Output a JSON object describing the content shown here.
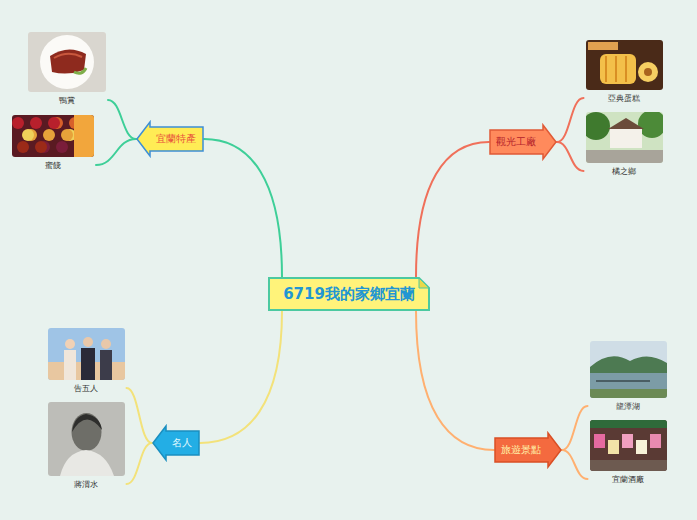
{
  "diagram": {
    "nodes": [
      {
        "text": [
          "6719我的家鄉宜蘭"
        ]
      },
      {
        "text": [
          "宜蘭特產"
        ]
      },
      {
        "text": [
          "鴨賞"
        ]
      },
      {
        "text": [
          "蜜餞"
        ]
      },
      {
        "text": [
          "觀光工廠"
        ]
      },
      {
        "text": [
          "亞典蛋糕"
        ]
      },
      {
        "text": [
          "橘之鄉"
        ]
      },
      {
        "text": [
          "名人"
        ]
      },
      {
        "text": [
          "告五人"
        ]
      },
      {
        "text": [
          "蔣渭水"
        ]
      },
      {
        "text": [
          "旅遊景點"
        ]
      },
      {
        "text": [
          "龍潭湖"
        ]
      },
      {
        "text": [
          "宜蘭酒廠"
        ]
      }
    ],
    "edges": [
      {
        "from": 0,
        "to": 1,
        "arrow": "none"
      },
      {
        "from": 0,
        "to": 4,
        "arrow": "none"
      },
      {
        "from": 0,
        "to": 7,
        "arrow": "none"
      },
      {
        "from": 0,
        "to": 10,
        "arrow": "none"
      },
      {
        "from": 1,
        "to": 2,
        "arrow": "none"
      },
      {
        "from": 1,
        "to": 3,
        "arrow": "none"
      },
      {
        "from": 4,
        "to": 5,
        "arrow": "none"
      },
      {
        "from": 4,
        "to": 6,
        "arrow": "none"
      },
      {
        "from": 7,
        "to": 8,
        "arrow": "none"
      },
      {
        "from": 7,
        "to": 9,
        "arrow": "none"
      },
      {
        "from": 10,
        "to": 11,
        "arrow": "none"
      },
      {
        "from": 10,
        "to": 12,
        "arrow": "none"
      }
    ]
  }
}
